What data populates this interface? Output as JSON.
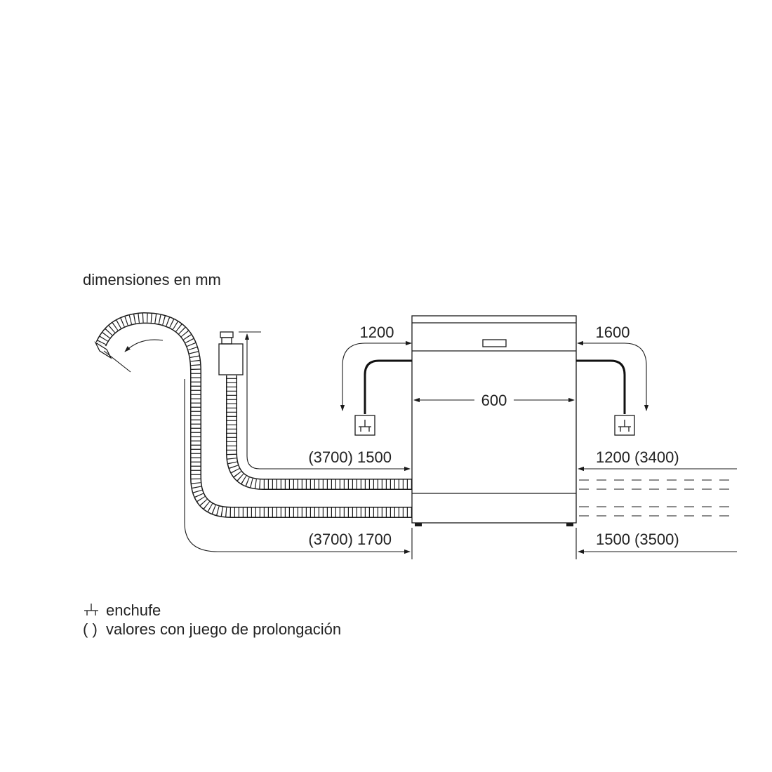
{
  "header": {
    "units_note": "dimensiones en mm"
  },
  "dimensions": {
    "width": "600",
    "left_power_cable": "1200",
    "right_power_cable": "1600",
    "left_inlet_hose": "(3700) 1500",
    "left_drain_hose": "(3700) 1700",
    "right_inlet_hose": "1200 (3400)",
    "right_drain_hose": "1500 (3500)"
  },
  "legend": {
    "socket_label": "enchufe",
    "extension_symbol": "( )",
    "extension_label": "valores con juego de prolongación"
  },
  "icons": {
    "socket": "socket-icon",
    "drain_hose": "drain-hose-icon",
    "inlet_hose": "inlet-hose-icon",
    "aquastop_valve": "aquastop-valve-icon"
  },
  "colors": {
    "line": "#1a1a1a",
    "text": "#222222",
    "background": "#ffffff"
  }
}
